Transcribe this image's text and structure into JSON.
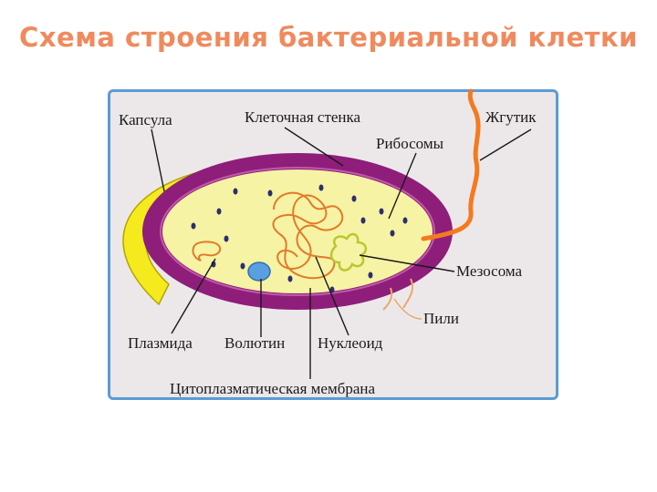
{
  "title": "Схема строения бактериальной клетки",
  "labels": {
    "capsule": "Капсула",
    "cell_wall": "Клеточная стенка",
    "flagellum": "Жгутик",
    "ribosomes": "Рибосомы",
    "mesosome": "Мезосома",
    "pili": "Пили",
    "plasmid": "Плазмида",
    "volutin": "Волютин",
    "nucleoid": "Нуклеоид",
    "membrane": "Цитоплазматическая мембрана"
  },
  "colors": {
    "title": "#f08a5d",
    "capsule": "#f5ea1e",
    "cell_wall": "#8e1e7a",
    "cytoplasm": "#f7f3a4",
    "flagellum": "#f47a20",
    "nucleoid": "#e07b2a",
    "mesosome": "#b8c830",
    "volutin": "#5aa0e0",
    "ribosome": "#2b2f6e",
    "panel_border": "#5b9bd5"
  }
}
